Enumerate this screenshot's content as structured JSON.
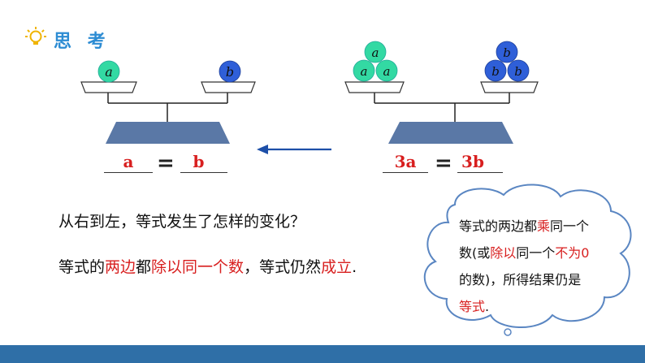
{
  "header": {
    "title": "思 考",
    "icon": "lightbulb-icon"
  },
  "left_scale": {
    "left_pan_label": "a",
    "right_pan_label": "b",
    "equation": {
      "left": "a",
      "sign": "=",
      "right": "b"
    }
  },
  "right_scale": {
    "left_pan_labels": [
      "a",
      "a",
      "a"
    ],
    "right_pan_labels": [
      "b",
      "b",
      "b"
    ],
    "equation": {
      "left": "3a",
      "sign": "=",
      "right": "3b"
    }
  },
  "question": "从右到左，等式发生了怎样的变化？",
  "conclusion": {
    "p1": "等式的",
    "p2": "两边",
    "p3": "都",
    "p4": "除以同一个数",
    "p5": "，等式仍然",
    "p6": "成立",
    "p7": "."
  },
  "cloud": {
    "t1": "等式的两边都",
    "t2": "乘",
    "t3": "同一个",
    "t4": "数(或",
    "t5": "除以",
    "t6": "同一个",
    "t7": "不为0",
    "t8": "的数)，所得结果仍是",
    "t9": "等式",
    "t10": "."
  },
  "colors": {
    "ball_a": "#33d9a3",
    "ball_b": "#2f5fd8",
    "scale": "#5a78a6",
    "accent_red": "#d81f1f",
    "arrow": "#1d4fa8",
    "footer": "#2f6fa7"
  }
}
